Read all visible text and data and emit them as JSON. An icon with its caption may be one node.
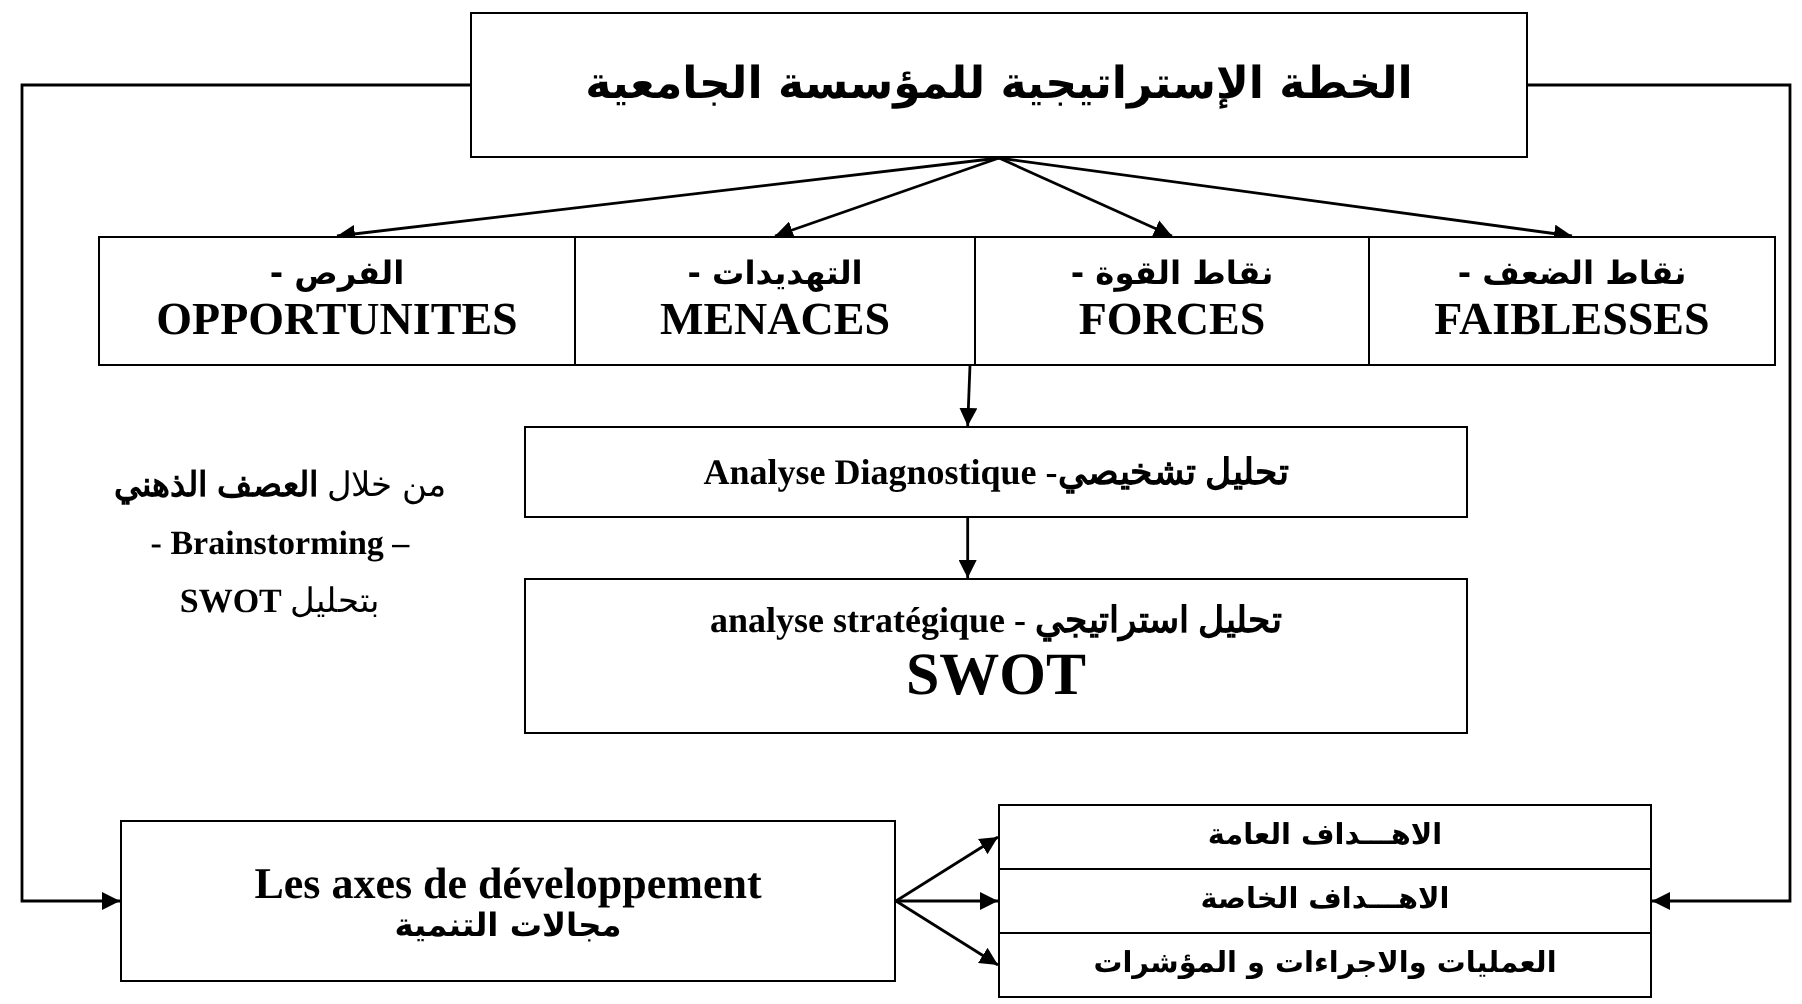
{
  "diagram": {
    "nodes": [
      {
        "text": [
          "الخطة الإستراتيجية للمؤسسة الجامعية"
        ]
      },
      {
        "text": [
          "الفرص -",
          "OPPORTUNITES"
        ]
      },
      {
        "text": [
          "التهديدات -",
          "MENACES"
        ]
      },
      {
        "text": [
          "نقاط القوة -",
          "FORCES"
        ]
      },
      {
        "text": [
          "نقاط الضعف -",
          "FAIBLESSES"
        ]
      },
      {
        "text": [
          "تحليل تشخيصي- Analyse Diagnostique"
        ]
      },
      {
        "text": [
          "تحليل استراتيجي - analyse stratégique",
          "SWOT"
        ]
      },
      {
        "text": [
          "Les axes de développement",
          "مجالات التنمية"
        ]
      },
      {
        "text": [
          "الاهـــداف العامة"
        ]
      },
      {
        "text": [
          "الاهـــداف الخاصة"
        ]
      },
      {
        "text": [
          "العمليات والاجراءات و المؤشرات"
        ]
      }
    ],
    "edges": [
      {
        "from": 0,
        "to": 1,
        "arrow": "to"
      },
      {
        "from": 0,
        "to": 2,
        "arrow": "to"
      },
      {
        "from": 0,
        "to": 3,
        "arrow": "to"
      },
      {
        "from": 0,
        "to": 4,
        "arrow": "to"
      },
      {
        "from": 2,
        "to": 5,
        "arrow": "to"
      },
      {
        "from": 5,
        "to": 6,
        "arrow": "to"
      },
      {
        "from": 0,
        "to": 7,
        "arrow": "to"
      },
      {
        "from": 7,
        "to": 8,
        "arrow": "to"
      },
      {
        "from": 7,
        "to": 9,
        "arrow": "to"
      },
      {
        "from": 7,
        "to": 10,
        "arrow": "to"
      },
      {
        "from": 0,
        "to": 9,
        "arrow": "to"
      }
    ],
    "labels": [
      "من خلال **العصف الذهني**",
      "**- Brainstorming –**",
      "بتحليل **SWOT**"
    ]
  }
}
